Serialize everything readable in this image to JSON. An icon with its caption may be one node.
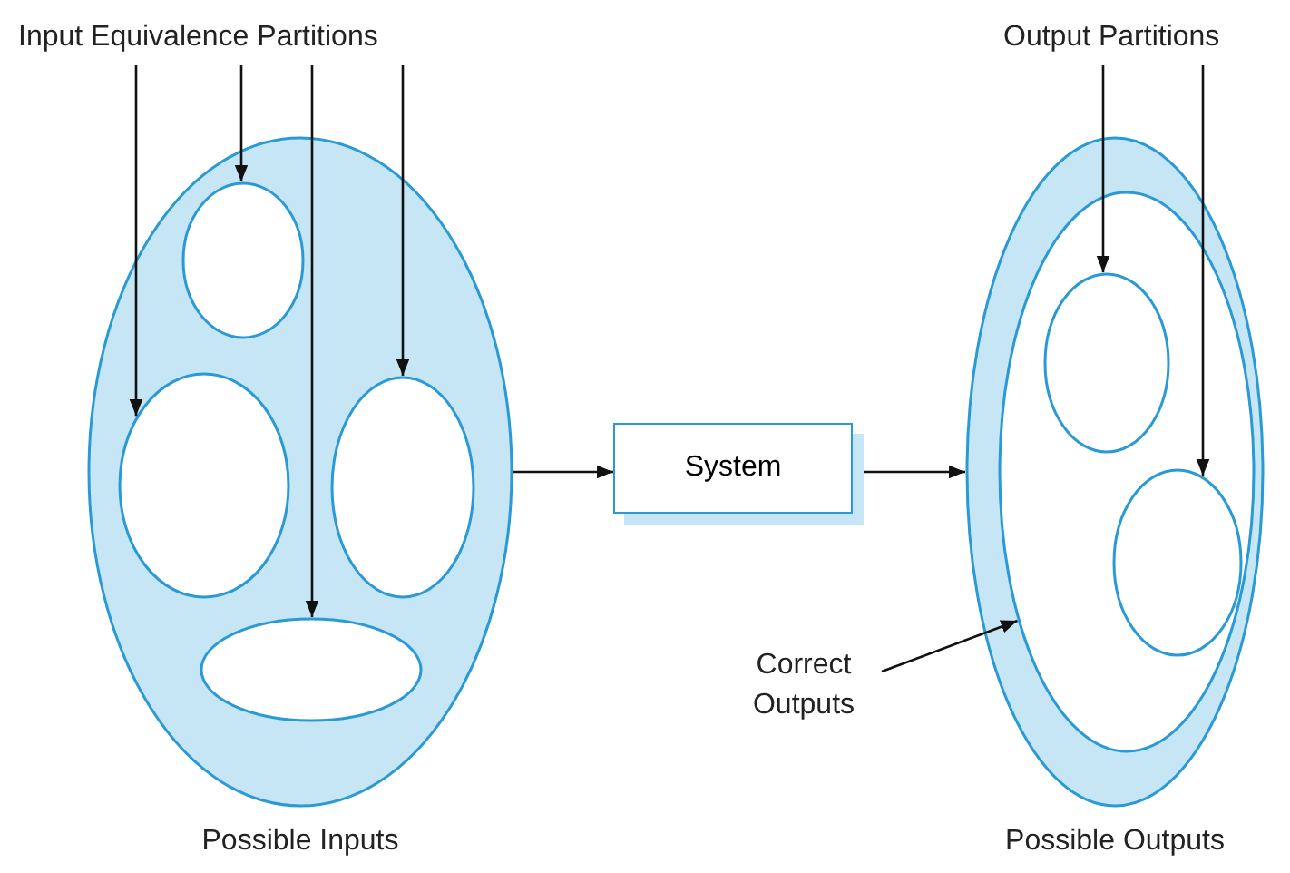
{
  "diagram": {
    "nodes": [
      {
        "text": [
          "Input Equivalence Partitions"
        ]
      },
      {
        "text": [
          "Possible Inputs"
        ]
      },
      {
        "text": [],
        "shape": "circle",
        "in": 1
      },
      {
        "text": [],
        "shape": "circle",
        "in": 1
      },
      {
        "text": [],
        "shape": "circle",
        "in": 1
      },
      {
        "text": [],
        "shape": "circle",
        "in": 1
      },
      {
        "text": [
          "System"
        ]
      },
      {
        "text": [
          "Output Partitions"
        ]
      },
      {
        "text": [
          "Possible Outputs"
        ]
      },
      {
        "text": [],
        "shape": "circle",
        "in": 8
      },
      {
        "text": [],
        "shape": "circle",
        "in": 9
      },
      {
        "text": [],
        "shape": "circle",
        "in": 9
      },
      {
        "text": [
          "Correct Outputs"
        ]
      }
    ],
    "edges": [
      {
        "from": 0,
        "to": 3,
        "arrow": "to"
      },
      {
        "from": 0,
        "to": 2,
        "arrow": "to"
      },
      {
        "from": 0,
        "to": 5,
        "arrow": "to"
      },
      {
        "from": 0,
        "to": 4,
        "arrow": "to"
      },
      {
        "from": 1,
        "to": 6,
        "arrow": "to"
      },
      {
        "from": 6,
        "to": 8,
        "arrow": "to"
      },
      {
        "from": 7,
        "to": 10,
        "arrow": "to"
      },
      {
        "from": 7,
        "to": 11,
        "arrow": "to"
      },
      {
        "from": 12,
        "to": 9,
        "arrow": "to"
      }
    ]
  }
}
